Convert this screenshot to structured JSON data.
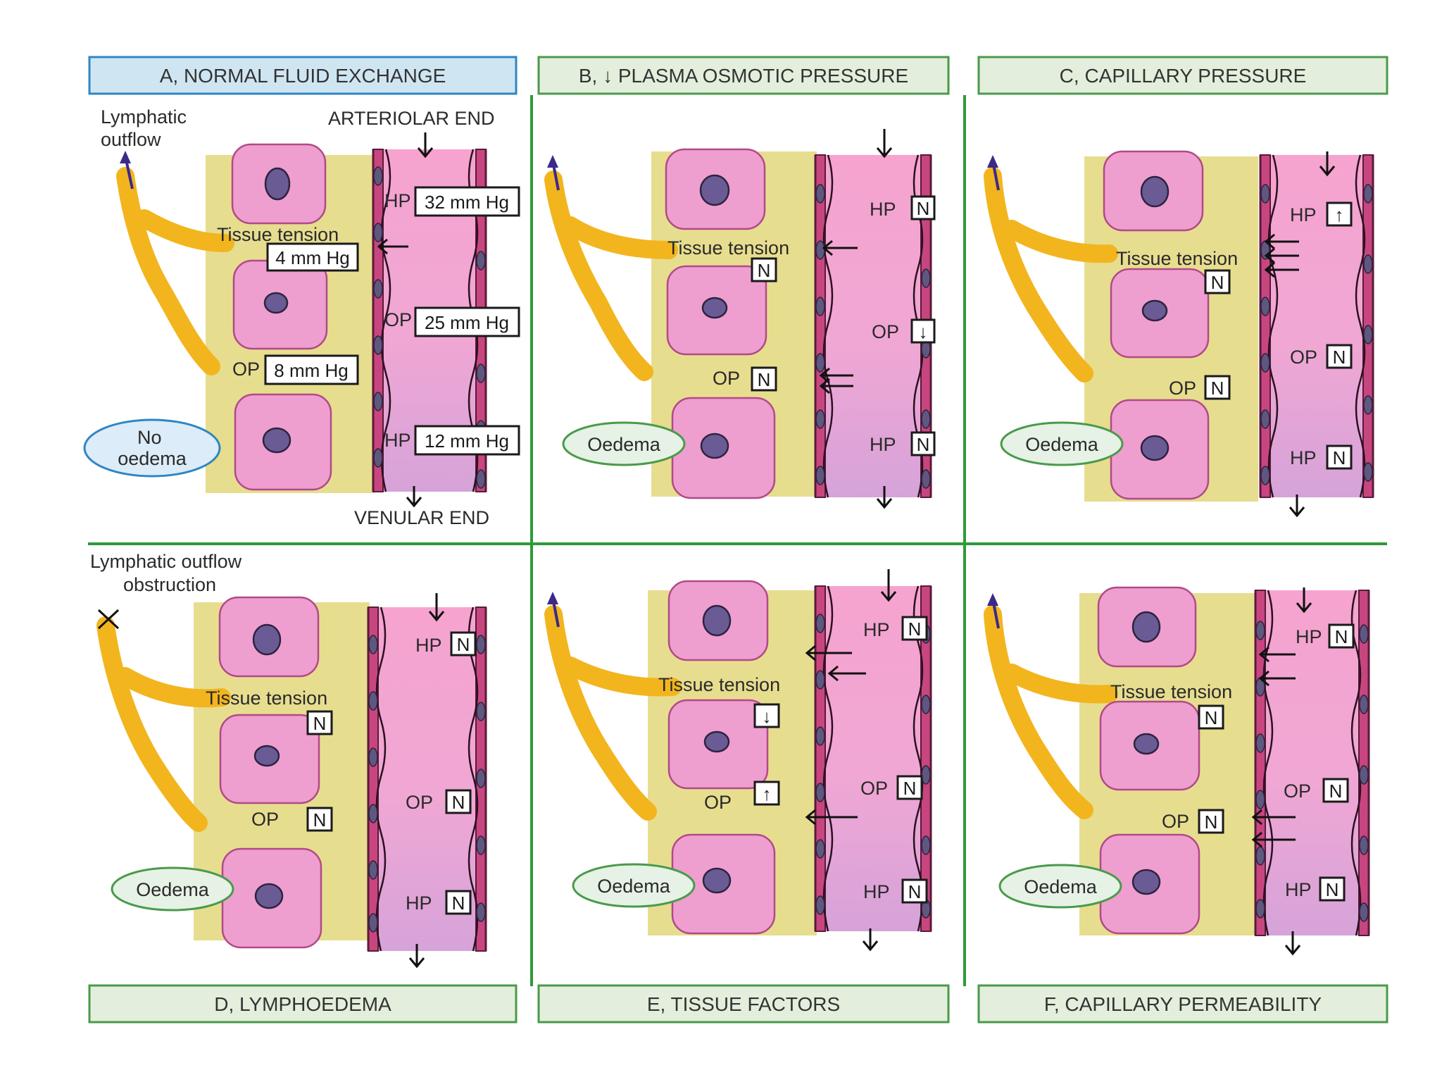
{
  "panels": {
    "a": {
      "title": "A, NORMAL FLUID EXCHANGE",
      "lymphatic": "Lymphatic\noutflow",
      "arteriolar": "ARTERIOLAR  END",
      "venular": "VENULAR END",
      "hp_top_tag": "HP",
      "hp_top_val": "32 mm Hg",
      "tissue_tension": "Tissue tension",
      "tt_val": "4 mm Hg",
      "op_cap_tag": "OP",
      "op_cap_val": "25 mm Hg",
      "op_tis_tag": "OP",
      "op_tis_val": "8 mm Hg",
      "hp_bot_tag": "HP",
      "hp_bot_val": "12 mm Hg",
      "oval": "No\noedema"
    },
    "b": {
      "title": "B, ↓ PLASMA OSMOTIC PRESSURE",
      "tissue_tension": "Tissue tension",
      "tt_box": "N",
      "op_tis_tag": "OP",
      "op_tis_box": "N",
      "hp_top_tag": "HP",
      "hp_top_box": "N",
      "op_cap_tag": "OP",
      "op_cap_box": "↓",
      "hp_bot_tag": "HP",
      "hp_bot_box": "N",
      "oval": "Oedema"
    },
    "c": {
      "title": "C, CAPILLARY PRESSURE",
      "tissue_tension": "Tissue tension",
      "tt_box": "N",
      "op_tis_tag": "OP",
      "op_tis_box": "N",
      "hp_top_tag": "HP",
      "hp_top_box": "↑",
      "op_cap_tag": "OP",
      "op_cap_box": "N",
      "hp_bot_tag": "HP",
      "hp_bot_box": "N",
      "oval": "Oedema"
    },
    "d": {
      "title": "D, LYMPHOEDEMA",
      "lymphatic": "Lymphatic outflow\nobstruction",
      "tissue_tension": "Tissue tension",
      "tt_box": "N",
      "op_tis_tag": "OP",
      "op_tis_box": "N",
      "hp_top_tag": "HP",
      "hp_top_box": "N",
      "op_cap_tag": "OP",
      "op_cap_box": "N",
      "hp_bot_tag": "HP",
      "hp_bot_box": "N",
      "oval": "Oedema"
    },
    "e": {
      "title": "E, TISSUE FACTORS",
      "tissue_tension": "Tissue tension",
      "tt_box": "↓",
      "op_tis_tag": "OP",
      "op_tis_box": "↑",
      "hp_top_tag": "HP",
      "hp_top_box": "N",
      "op_cap_tag": "OP",
      "op_cap_box": "N",
      "hp_bot_tag": "HP",
      "hp_bot_box": "N",
      "oval": "Oedema"
    },
    "f": {
      "title": "F, CAPILLARY PERMEABILITY",
      "tissue_tension": "Tissue tension",
      "tt_box": "N",
      "op_tis_tag": "OP",
      "op_tis_box": "N",
      "hp_top_tag": "HP",
      "hp_top_box": "N",
      "op_cap_tag": "OP",
      "op_cap_box": "N",
      "hp_bot_tag": "HP",
      "hp_bot_box": "N",
      "oval": "Oedema"
    }
  },
  "colors": {
    "header_blue": "#cfe6f2",
    "header_green": "#e3efdc",
    "cell_pink": "#ef9ed0",
    "tissue_yellow": "#e7dd8f",
    "lymph_orange": "#f2b51e",
    "divider_green": "#2e9a3a"
  }
}
